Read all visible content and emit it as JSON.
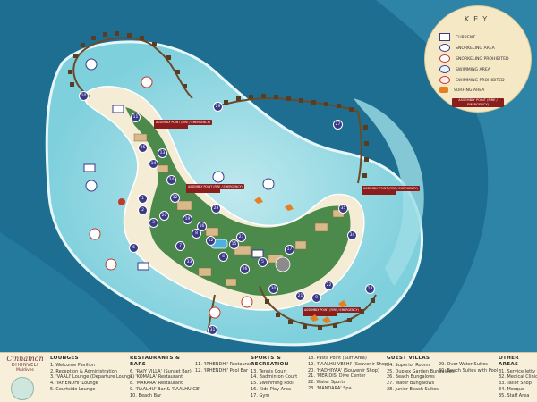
{
  "key": {
    "title": "KEY",
    "items": [
      {
        "label": "CURRENT",
        "icon": "current-icon"
      },
      {
        "label": "SNORKELING AREA",
        "icon": "snorkeling-icon"
      },
      {
        "label": "SNORKELING PROHIBITED",
        "icon": "snorkeling-prohibited-icon"
      },
      {
        "label": "SWIMMING AREA",
        "icon": "swimming-icon"
      },
      {
        "label": "SWIMMING PROHIBITED",
        "icon": "swimming-prohibited-icon"
      },
      {
        "label": "SURFING AREA",
        "icon": "surfing-icon"
      }
    ],
    "assembly": "ASSEMBLY POINT (FIRE / EMERGENCY)"
  },
  "brand": {
    "name": "Cinnamon",
    "resort": "DHONVELI",
    "country": "Maldives"
  },
  "map": {
    "assembly_label": "ASSEMBLY POINT (FIRE / EMERGENCY)",
    "numbers": [
      "1",
      "2",
      "3",
      "4",
      "5",
      "6",
      "7",
      "8",
      "9",
      "10",
      "11",
      "12",
      "13",
      "14",
      "15",
      "16",
      "17",
      "18",
      "19",
      "20",
      "21",
      "22",
      "23",
      "24",
      "25",
      "26",
      "27",
      "28",
      "29",
      "30",
      "31",
      "32",
      "33",
      "34",
      "35"
    ]
  },
  "legend": {
    "lounges": {
      "title": "LOUNGES",
      "items": [
        "1. Welcome Pavilion",
        "2. Reception & Administration",
        "3. 'VAALI' Lounge (Departure Lounge)",
        "4. 'IRHENDHI' Lounge",
        "5. Courtside Lounge"
      ]
    },
    "restaurants": {
      "title": "RESTAURANTS & BARS",
      "items": [
        "6. 'RAIY VILLA' (Sunset Bar)",
        "7. 'KOMALA' Restaurant",
        "8. 'MAKARA' Restaurant",
        "9. 'RAALHU' Bar & 'RAALHU GE'",
        "10. Beach Bar"
      ],
      "items2": [
        "11. 'IRHENDHI' Restaurant",
        "12. 'IRHENDHI' Pool Bar"
      ]
    },
    "sports": {
      "title": "SPORTS & RECREATION",
      "items": [
        "13. Tennis Court",
        "14. Badminton Court",
        "15. Swimming Pool",
        "16. Kids Play Area",
        "17. Gym"
      ],
      "items2": [
        "18. Pasta Point (Surf Area)",
        "19. 'RAALHU VESHI' (Souvenir Shop)",
        "20. 'HADHIYAA' (Souvenir Shop)",
        "21. 'MERIDIS' Dive Center",
        "22. Water Sports",
        "23. 'MANDARA' Spa"
      ]
    },
    "guest_villas": {
      "title": "GUEST VILLAS",
      "items": [
        "24. Superior Rooms",
        "25. Duplex Garden Bungalows",
        "26. Beach Bungalows",
        "27. Water Bungalows",
        "28. Junior Beach Suites"
      ],
      "items2": [
        "29. Over Water Suites",
        "30. Beach Suites with Pool"
      ]
    },
    "other": {
      "title": "OTHER AREAS",
      "items": [
        "31. Service Jetty",
        "32. Medical Clinic",
        "33. Tailor Shop",
        "34. Mosque",
        "35. Staff Area"
      ]
    }
  }
}
